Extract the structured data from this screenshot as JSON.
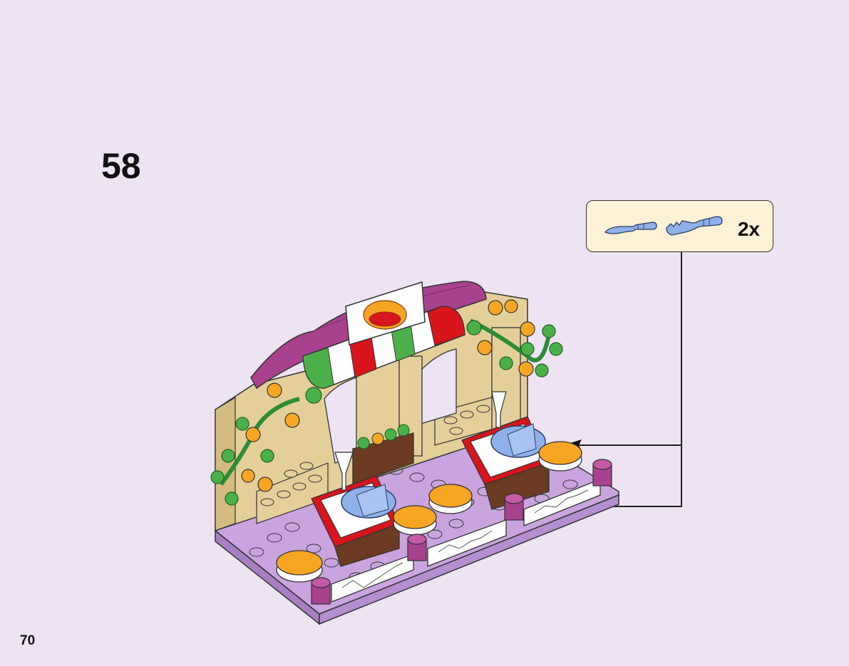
{
  "step": {
    "number": "58"
  },
  "page": {
    "number": "70"
  },
  "parts_callout": {
    "count": "2x",
    "parts": [
      "knife-icon",
      "fork-icon"
    ]
  },
  "colors": {
    "background": "#ede3f3",
    "callout_bg": "#fdf1d6",
    "tan": "#e4cf9b",
    "lavender": "#c9a4df",
    "magenta": "#a8428f",
    "green": "#4cb04a",
    "red": "#d8141c",
    "orange": "#f6a623",
    "light_blue": "#8fb1ea",
    "brown": "#6b3b22"
  }
}
